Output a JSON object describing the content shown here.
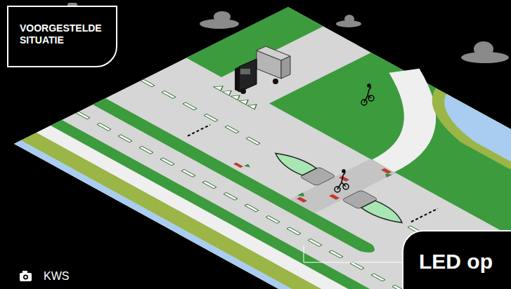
{
  "diagram": {
    "nodes": [
      {
        "text": [
          "VOORGESTELDE SITUATIE"
        ]
      },
      {
        "text": [
          "LED op"
        ]
      }
    ],
    "labels": [
      "KWS"
    ]
  }
}
